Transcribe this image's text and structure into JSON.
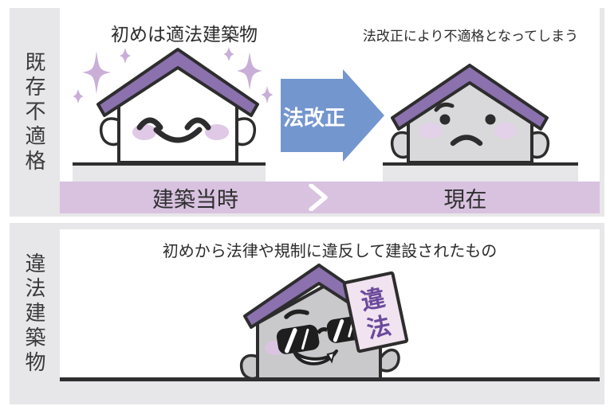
{
  "colors": {
    "section_bg": "#e7e6e8",
    "panel_bg": "#ffffff",
    "timeline_bar_bg": "#d8c2e0",
    "roof_purple": "#8b71ad",
    "arrow_blue": "#7496cf",
    "sparkle_purple": "#c9aed8",
    "cheek_purple": "#dfc9e6",
    "worried_house_gray": "#d9d8da",
    "illegal_house_gray": "#c9c8ca",
    "sign_bg": "#f1e3f0",
    "sign_text_purple": "#6b4a9c",
    "ground_dark": "#2f2f2f"
  },
  "section1": {
    "label": "既存不適格",
    "caption_left": "初めは適法建築物",
    "caption_right": "法改正により不適格となってしまう",
    "arrow_label": "法改正",
    "timeline_left": "建築当時",
    "timeline_right": "現在"
  },
  "section2": {
    "label": "違法建築物",
    "caption": "初めから法律や規制に違反して建設されたもの",
    "sign_char1": "違",
    "sign_char2": "法"
  }
}
